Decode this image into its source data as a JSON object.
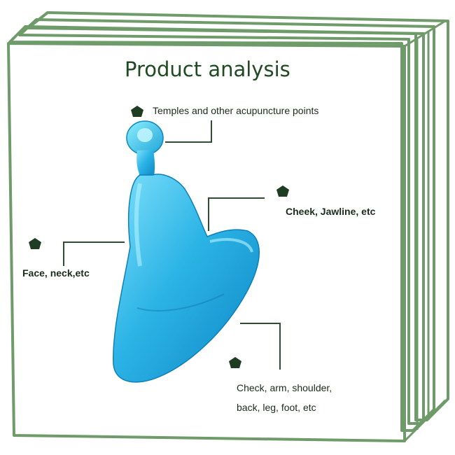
{
  "title": "Product analysis",
  "annotations": {
    "temples": "Temples and other acupuncture points",
    "cheek": "Cheek, Jawline, etc",
    "face": "Face, neck,etc",
    "check_line1": "Check, arm,  shoulder,",
    "check_line2": "back, leg, foot, etc"
  },
  "colors": {
    "frame": "#6f9b6a",
    "title": "#1f4a22",
    "marker": "#1e3d22",
    "leader": "#2f4d32",
    "product": "#29aee0"
  },
  "icons": [
    "pentagon-marker",
    "gua-sha-tool"
  ]
}
